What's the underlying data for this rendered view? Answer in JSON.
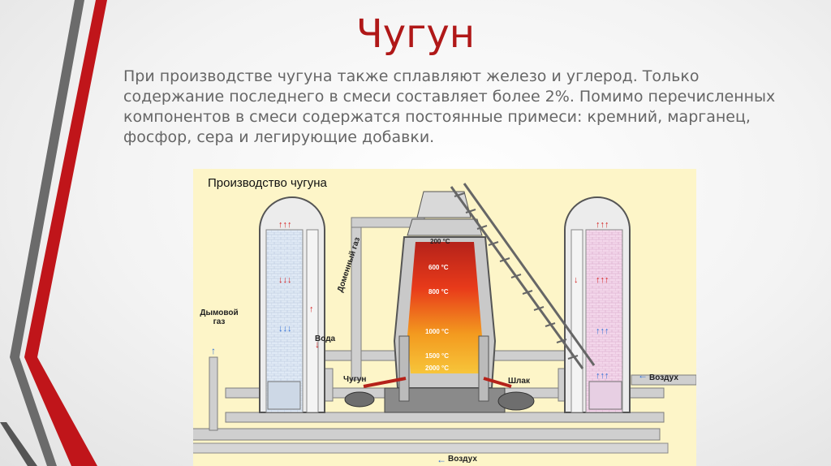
{
  "slide": {
    "title": "Чугун",
    "intro": "При производстве чугуна также сплавляют железо и углерод. Только содержание последнего в смеси составляет более 2%. Помимо перечисленных компонентов в смеси содержатся постоянные примеси: кремний, марганец, фосфор, сера и легирующие добавки."
  },
  "diagram": {
    "caption": "Производство чугуна",
    "labels": {
      "flue_gas": "Дымовой газ",
      "blast_gas": "Доменный газ",
      "water": "Вода",
      "pig_iron": "Чугун",
      "slag": "Шлак",
      "air_right": "Воздух",
      "air_bottom": "Воздух"
    },
    "temperatures": [
      "200 °C",
      "600 °C",
      "800 °C",
      "1000 °C",
      "1500 °C",
      "2000 °C"
    ]
  },
  "colors": {
    "title": "#b01818",
    "stripe_red": "#c0151a",
    "stripe_gray": "#6b6b6b",
    "diagram_background": "#fdf5c8",
    "pipe": "#c9c9c9",
    "furnace_hot": "#e83a1a",
    "furnace_warm": "#f7c53a"
  }
}
